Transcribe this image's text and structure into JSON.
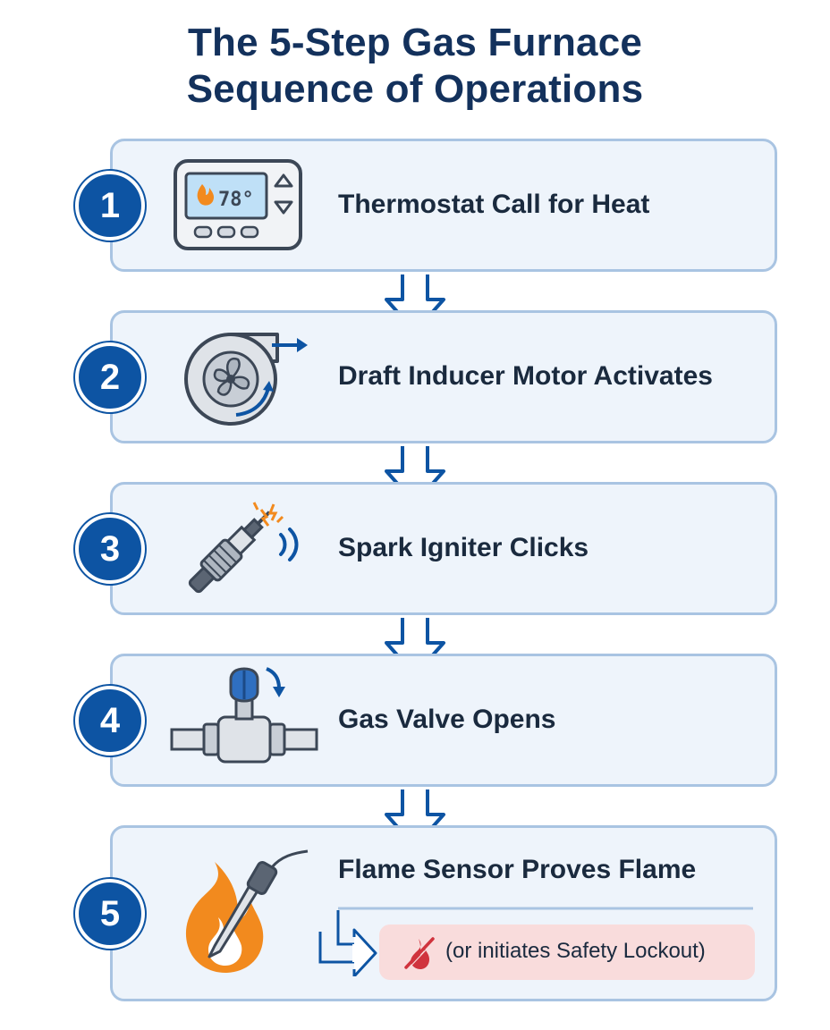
{
  "title": {
    "line1": "The 5-Step Gas Furnace",
    "line2": "Sequence of Operations"
  },
  "steps": [
    {
      "number": "1",
      "label": "Thermostat Call for Heat",
      "icon": "thermostat-icon"
    },
    {
      "number": "2",
      "label": "Draft Inducer Motor Activates",
      "icon": "inducer-motor-icon"
    },
    {
      "number": "3",
      "label": "Spark Igniter Clicks",
      "icon": "spark-igniter-icon"
    },
    {
      "number": "4",
      "label": "Gas Valve Opens",
      "icon": "gas-valve-icon"
    },
    {
      "number": "5",
      "label": "Flame Sensor Proves Flame",
      "icon": "flame-sensor-icon"
    }
  ],
  "thermostat_display": "78°",
  "lockout": {
    "text": "(or initiates Safety Lockout)",
    "icon": "no-flame-icon"
  },
  "colors": {
    "title": "#13315c",
    "badge": "#0d54a3",
    "card_fill": "#eef4fb",
    "card_border": "#a9c4e2",
    "arrow": "#0d54a3",
    "flame": "#f28a1e",
    "lockout_fill": "#f9dcdc",
    "lockout_icon": "#d0333d"
  }
}
